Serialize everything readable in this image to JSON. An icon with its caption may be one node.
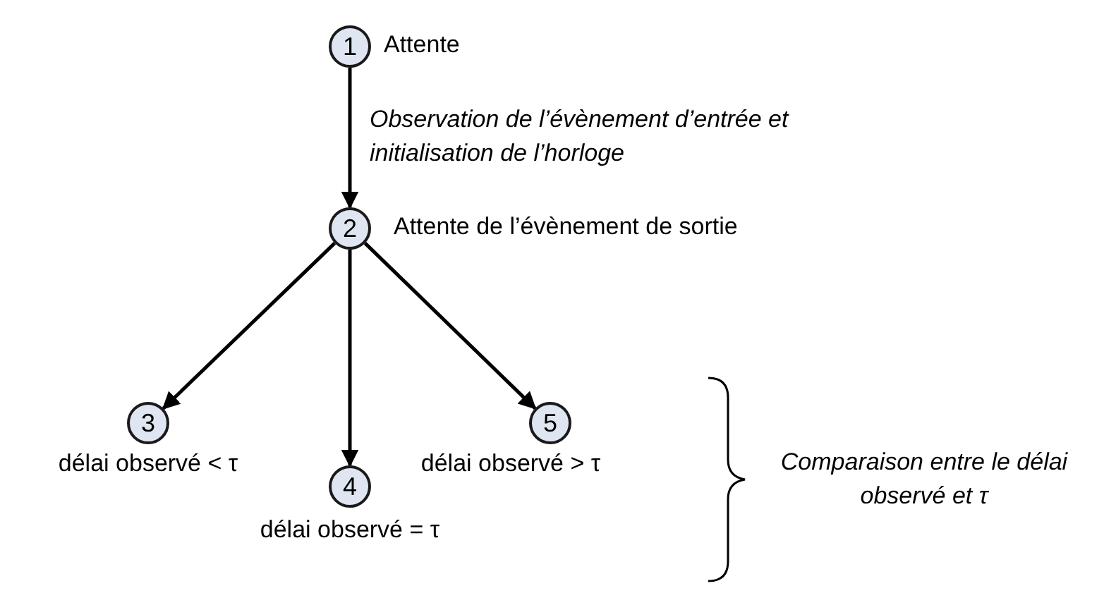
{
  "diagram": {
    "nodes": [
      {
        "text": [
          "1"
        ],
        "beside": [
          "Attente"
        ]
      },
      {
        "text": [
          "2"
        ],
        "beside": [
          "Attente de l’évènement de sortie"
        ]
      },
      {
        "text": [
          "3"
        ],
        "beside": [
          "délai observé < τ"
        ]
      },
      {
        "text": [
          "4"
        ],
        "beside": [
          "délai observé = τ"
        ]
      },
      {
        "text": [
          "5"
        ],
        "beside": [
          "délai observé > τ"
        ]
      }
    ],
    "edges": [
      {
        "from": 0,
        "to": 1,
        "arrow": "to",
        "label": "Observation de l’évènement d’entrée et initialisation de l’horloge"
      },
      {
        "from": 1,
        "to": 2,
        "arrow": "to"
      },
      {
        "from": 1,
        "to": 3,
        "arrow": "to"
      },
      {
        "from": 1,
        "to": 4,
        "arrow": "to"
      }
    ],
    "labels": [
      "Comparaison entre le délai observé et τ"
    ]
  }
}
